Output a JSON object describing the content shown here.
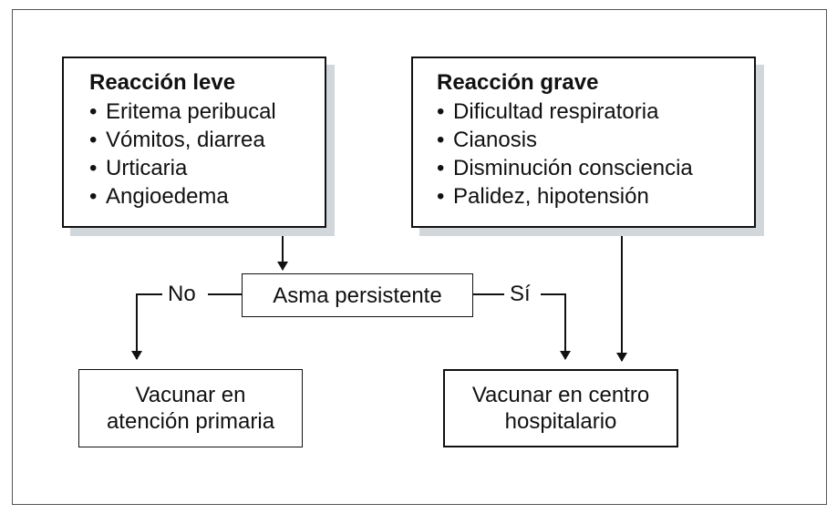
{
  "mild": {
    "title": "Reacción leve",
    "items": [
      "Eritema peribucal",
      "Vómitos, diarrea",
      "Urticaria",
      "Angioedema"
    ]
  },
  "severe": {
    "title": "Reacción grave",
    "items": [
      "Dificultad respiratoria",
      "Cianosis",
      "Disminución consciencia",
      "Palidez, hipotensión"
    ]
  },
  "decision": {
    "label": "Asma persistente"
  },
  "branches": {
    "no": "No",
    "yes": "Sí"
  },
  "outcomes": {
    "primary": {
      "line1": "Vacunar en",
      "line2": "atención primaria"
    },
    "hospital": {
      "line1": "Vacunar en centro",
      "line2": "hospitalario"
    }
  }
}
